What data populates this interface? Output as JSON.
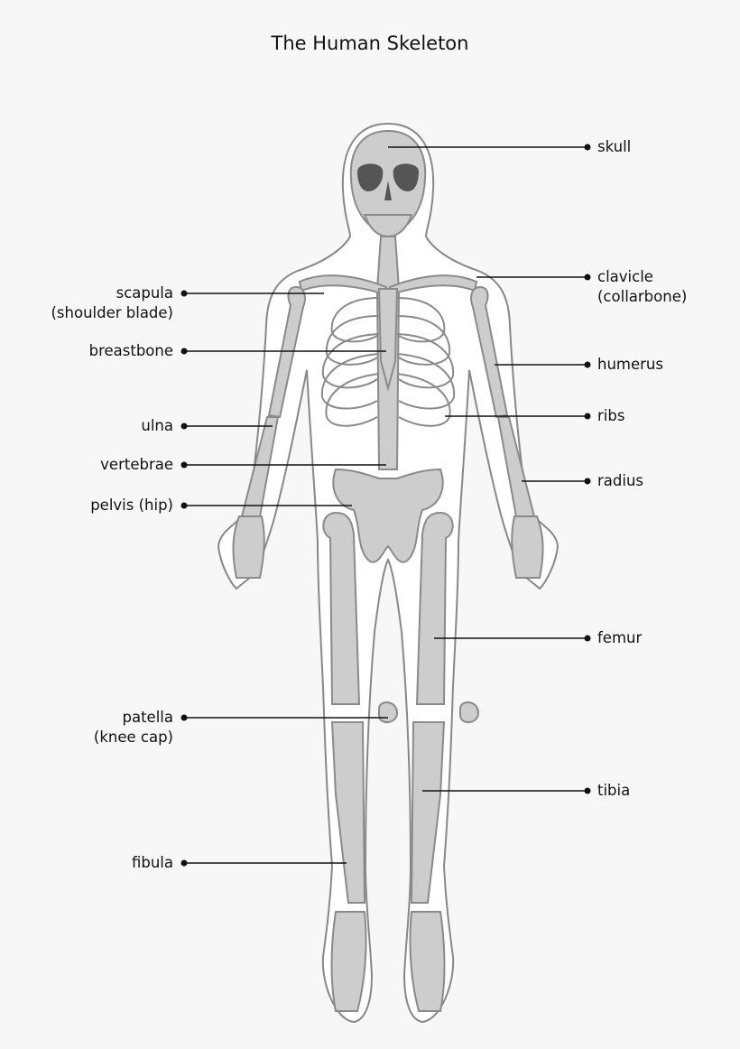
{
  "title": "The Human Skeleton",
  "labels": {
    "skull": {
      "lines": [
        "skull"
      ]
    },
    "clavicle": {
      "lines": [
        "clavicle",
        "(collarbone)"
      ]
    },
    "humerus": {
      "lines": [
        "humerus"
      ]
    },
    "ribs": {
      "lines": [
        "ribs"
      ]
    },
    "radius": {
      "lines": [
        "radius"
      ]
    },
    "femur": {
      "lines": [
        "femur"
      ]
    },
    "tibia": {
      "lines": [
        "tibia"
      ]
    },
    "scapula": {
      "lines": [
        "scapula",
        "(shoulder blade)"
      ]
    },
    "breastbone": {
      "lines": [
        "breastbone"
      ]
    },
    "ulna": {
      "lines": [
        "ulna"
      ]
    },
    "vertebrae": {
      "lines": [
        "vertebrae"
      ]
    },
    "pelvis": {
      "lines": [
        "pelvis (hip)"
      ]
    },
    "patella": {
      "lines": [
        "patella",
        "(knee cap)"
      ]
    },
    "fibula": {
      "lines": [
        "fibula"
      ]
    }
  },
  "colors": {
    "background": "#f7f7f7",
    "body_outline": "#888888",
    "bone_fill": "#cdcdcd",
    "bone_stroke": "#8a8a8a",
    "skull_socket": "#555555",
    "leader_line": "#111111"
  }
}
